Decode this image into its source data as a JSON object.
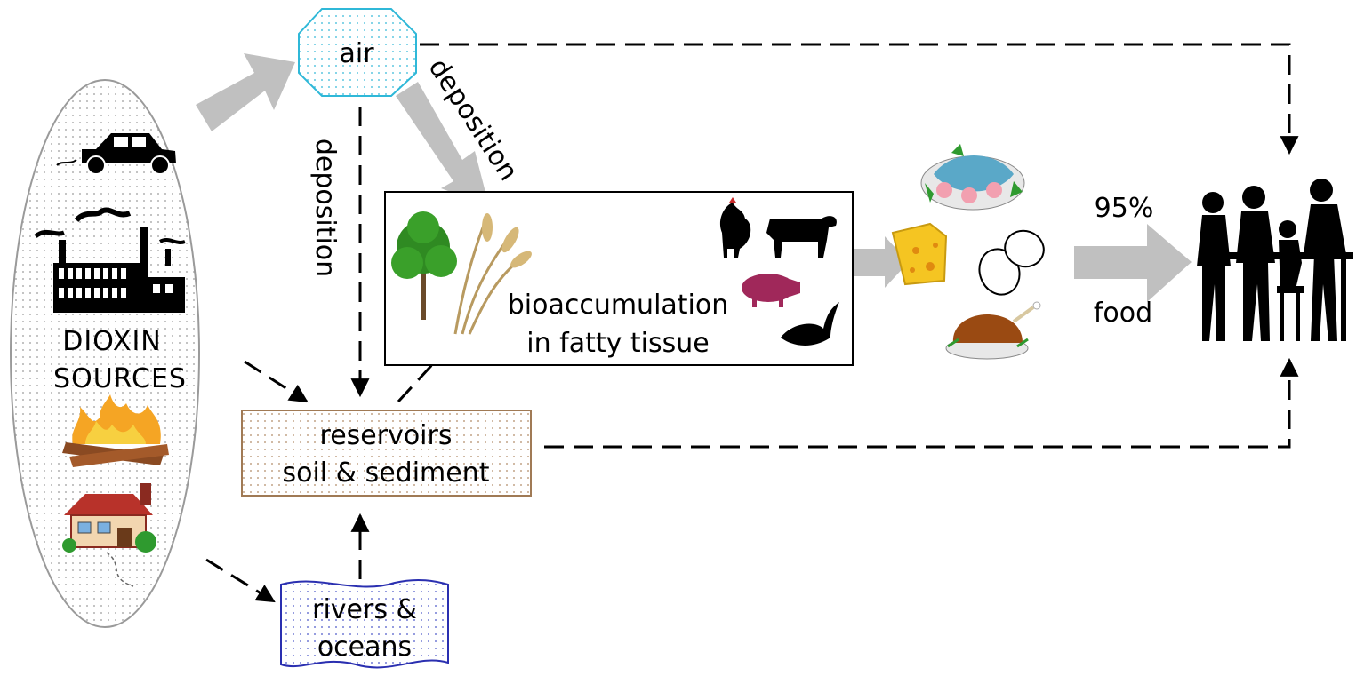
{
  "diagram": {
    "sources": {
      "line1": "DIOXIN",
      "line2": "SOURCES"
    },
    "air": {
      "label": "air"
    },
    "edges": {
      "deposition_vertical": "deposition",
      "deposition_diagonal": "deposition"
    },
    "bioaccumulation": {
      "line1": "bioaccumulation",
      "line2": "in fatty tissue"
    },
    "reservoirs": {
      "line1": "reservoirs",
      "line2": "soil & sediment"
    },
    "rivers": {
      "line1": "rivers &",
      "line2": "oceans"
    },
    "food_flow": {
      "percent": "95%",
      "label": "food"
    },
    "icons": [
      "car-icon",
      "factory-icon",
      "fire-icon",
      "house-icon",
      "tree-icon",
      "wheat-icon",
      "rooster-icon",
      "cow-icon",
      "pig-icon",
      "fish-icon",
      "fish-platter-icon",
      "cheese-icon",
      "eggs-icon",
      "roast-chicken-icon",
      "dining-people-icon"
    ],
    "colors": {
      "arrow_gray": "#c0c0c0",
      "air_outline": "#2fb8d8",
      "rivers_outline": "#2a2fb0",
      "reservoir_outline": "#a07a55",
      "ellipse_outline": "#9a9a9a"
    }
  }
}
